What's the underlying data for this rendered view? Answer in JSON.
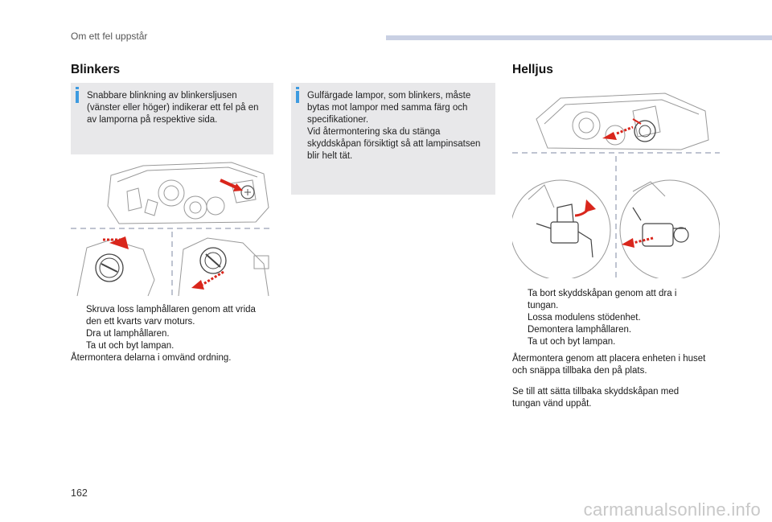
{
  "header": {
    "section_label": "Om ett fel uppstår"
  },
  "blinkers": {
    "title": "Blinkers",
    "note": [
      "Snabbare blinkning av blinkersljusen",
      "(vänster eller höger) indikerar ett fel på en",
      "av lamporna på respektive sida."
    ],
    "steps": [
      "Skruva loss lamphållaren genom att vrida",
      "den ett kvarts varv moturs.",
      "Dra ut lamphållaren.",
      "Ta ut och byt lampan."
    ],
    "closing": "Återmontera delarna i omvänd ordning."
  },
  "middle_note": {
    "lines": [
      "Gulfärgade lampor, som blinkers, måste",
      "bytas mot lampor med samma färg och",
      "specifikationer.",
      "Vid återmontering ska du stänga",
      "skyddskåpan försiktigt så att lampinsatsen",
      "blir helt tät."
    ]
  },
  "helljus": {
    "title": "Helljus",
    "steps": [
      "Ta bort skyddskåpan genom att dra i",
      "tungan.",
      "Lossa modulens stödenhet.",
      "Demontera lamphållaren.",
      "Ta ut och byt lampan."
    ],
    "para1": [
      "Återmontera genom att placera enheten i huset",
      "och snäppa tillbaka den på plats."
    ],
    "para2": [
      "Se till att sätta tillbaka skyddskåpan med",
      "tungan vänd uppåt."
    ]
  },
  "bullet_glyph": "",
  "page_number": "162",
  "watermark": "carmanualsonline.info",
  "colors": {
    "accent_blue": "#3d9be0",
    "note_bg": "#e8e8ea",
    "header_bar": "#c9d0e3",
    "arrow_red": "#d9261c"
  }
}
